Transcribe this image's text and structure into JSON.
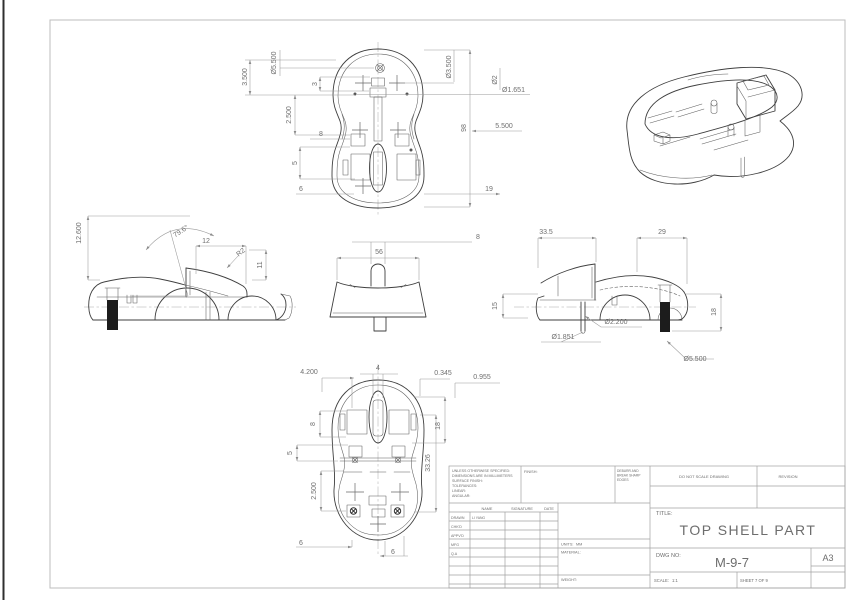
{
  "title_block": {
    "tolerance_note": [
      "UNLESS OTHERWISE SPECIFIED:",
      "DIMENSIONS ARE IN MILLIMETERS",
      "SURFACE FINISH:",
      "TOLERANCES:",
      "   LINEAR:",
      "   ANGULAR:"
    ],
    "finish_label": "FINISH:",
    "deburr_note": [
      "DEBURR AND",
      "BREAK SHARP",
      "EDGES"
    ],
    "do_not_scale": "DO NOT SCALE DRAWING",
    "revision_label": "REVISION",
    "name_header": "NAME",
    "signature_header": "SIGNATURE",
    "date_header": "DATE",
    "rows": {
      "drawn_label": "DRAWN",
      "drawn_name": "LI YANG",
      "chkd_label": "CHK'D",
      "appvd_label": "APPV'D",
      "mfg_label": "MFG",
      "qa_label": "Q.A"
    },
    "units_label": "UNITS:",
    "units_value": "MM",
    "material_label": "MATERIAL:",
    "weight_label": "WEIGHT:",
    "title_label": "TITLE:",
    "title": "TOP SHELL PART",
    "dwg_label": "DWG NO:",
    "dwg_no": "M-9-7",
    "size": "A3",
    "scale_label": "SCALE:",
    "scale_value": "1:1",
    "sheet_label": "SHEET 7 OF 9"
  },
  "views": {
    "top": {
      "dims": {
        "d3500": "3.500",
        "dia5500": "Ø5.500",
        "d3": "3",
        "d2500": "2.500",
        "d8": "8",
        "d5": "5",
        "d6": "6",
        "dia3500": "Ø3.500",
        "dia2": "Ø2",
        "dia1651": "Ø1.651",
        "d98": "98",
        "d5500": "5.500",
        "d19": "19"
      }
    },
    "side_left": {
      "dims": {
        "d12600": "12.600",
        "ang796": "79.6°",
        "d12": "12",
        "r2": "R2",
        "d11": "11"
      }
    },
    "front": {
      "dims": {
        "d8": "8",
        "d56": "56"
      }
    },
    "side_right": {
      "dims": {
        "d335": "33.5",
        "d29": "29",
        "d15": "15",
        "d18": "18",
        "dia2200": "Ø2.200",
        "dia1851": "Ø1.851",
        "dia5500": "Ø5.500"
      }
    },
    "bottom": {
      "dims": {
        "d4200": "4.200",
        "d4": "4",
        "d0345": "0.345",
        "d0955": "0.955",
        "d8": "8",
        "d5": "5",
        "d2500": "2.500",
        "d6a": "6",
        "d6b": "6",
        "d18": "18",
        "d3326": "33.26"
      }
    }
  }
}
